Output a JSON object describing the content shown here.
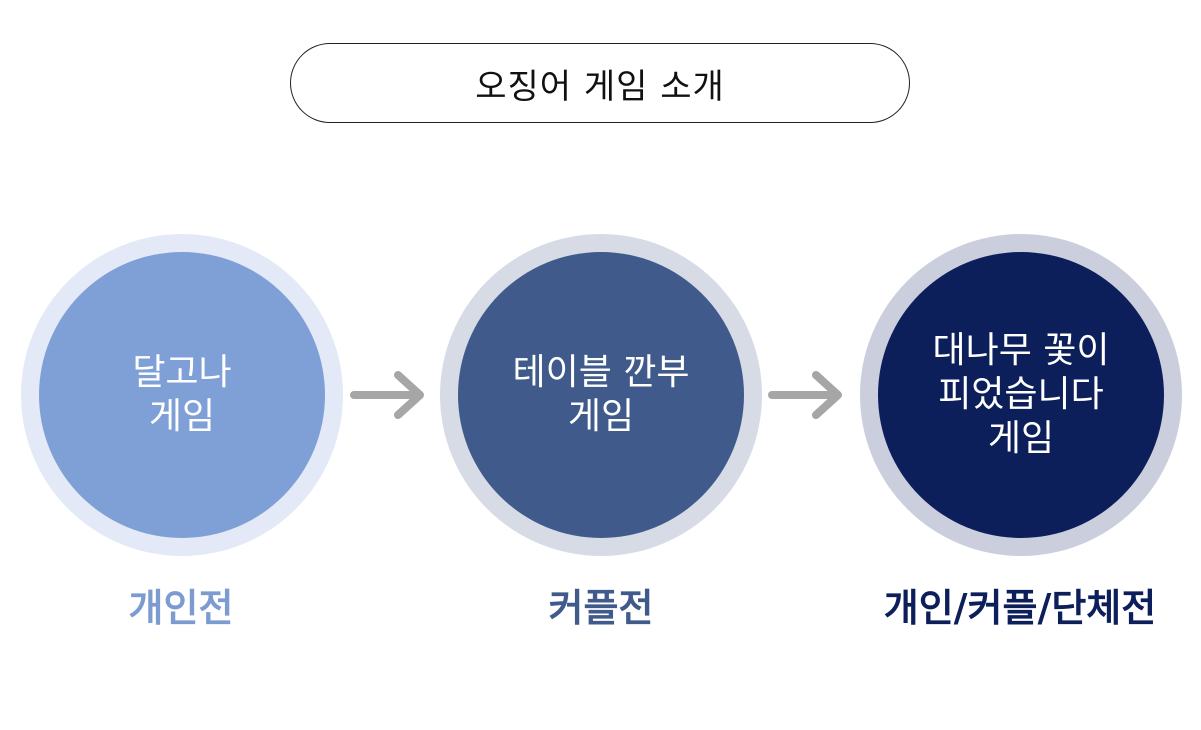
{
  "title": "오징어 게임 소개",
  "stages": [
    {
      "label": "달고나\n게임",
      "caption": "개인전"
    },
    {
      "label": "테이블 깐부\n게임",
      "caption": "커플전"
    },
    {
      "label": "대나무 꽃이\n피었습니다\n게임",
      "caption": "개인/커플/단체전"
    }
  ],
  "colors": {
    "stage1": "#7fa0d6",
    "stage2": "#3f5a8b",
    "stage3": "#0c1f5b",
    "arrow": "#a6a6a6"
  }
}
